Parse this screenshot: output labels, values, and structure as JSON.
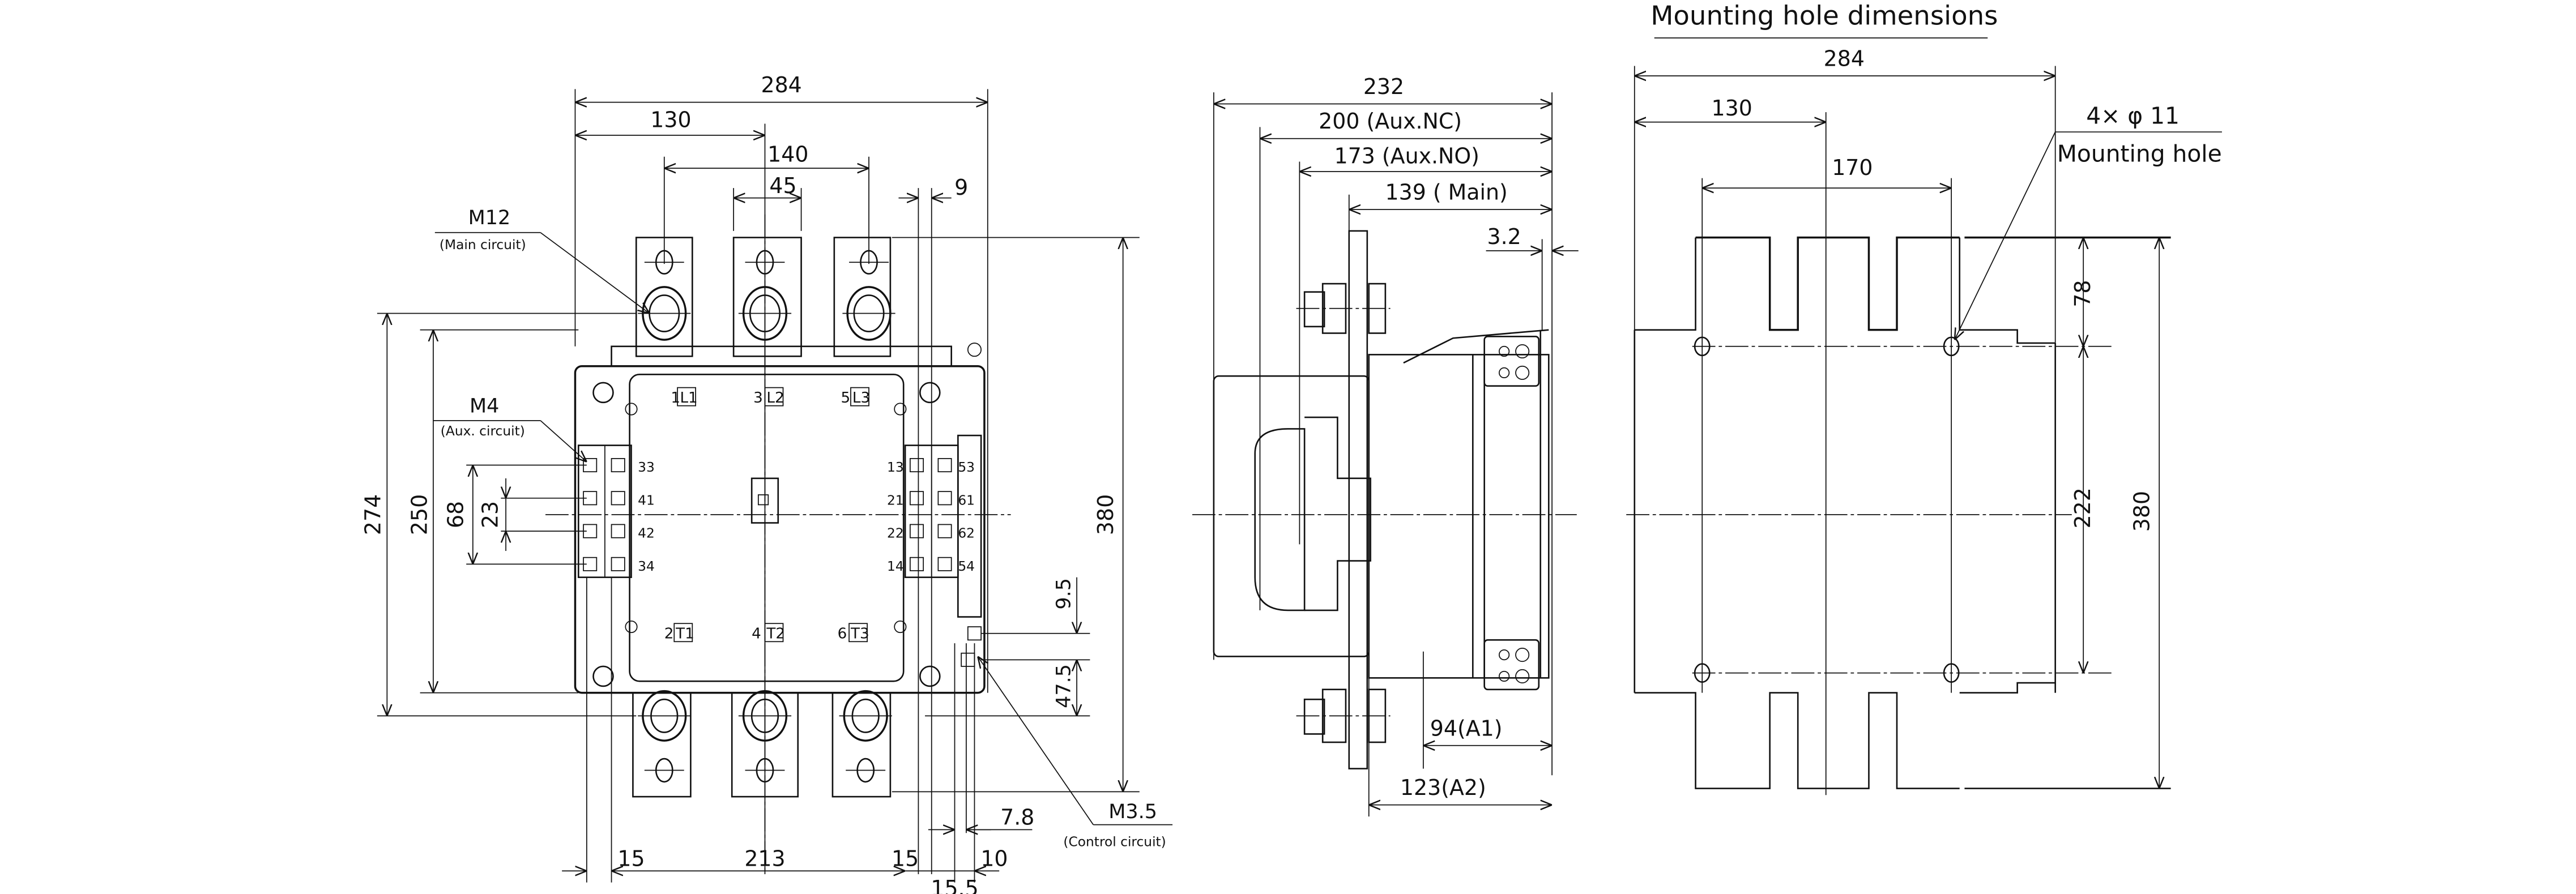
{
  "front_view": {
    "dims": {
      "overall_width": "284",
      "left_to_center": "130",
      "outer_terminals": "140",
      "terminal_width": "45",
      "aux_gap": "9",
      "overall_height": "380",
      "height_274": "274",
      "height_250": "250",
      "aux_span_68": "68",
      "aux_pitch_23": "23",
      "ctrl_9_5": "9.5",
      "ctrl_47_5": "47.5",
      "bottom_left_15": "15",
      "bottom_213": "213",
      "bottom_right_15": "15",
      "bottom_15_5": "15.5",
      "bottom_10": "10",
      "bottom_7_8": "7.8"
    },
    "callouts": {
      "main_thread": "M12",
      "main_desc": "(Main circuit)",
      "aux_thread": "M4",
      "aux_desc": "(Aux. circuit)",
      "ctrl_thread": "M3.5",
      "ctrl_desc": "(Control circuit)"
    },
    "terminal_labels": {
      "line": [
        {
          "num": "1",
          "code": "L1"
        },
        {
          "num": "3",
          "code": "L2"
        },
        {
          "num": "5",
          "code": "L3"
        }
      ],
      "load": [
        {
          "num": "2",
          "code": "T1"
        },
        {
          "num": "4",
          "code": "T2"
        },
        {
          "num": "6",
          "code": "T3"
        }
      ],
      "aux_left": [
        "33",
        "41",
        "42",
        "34"
      ],
      "aux_right_inner": [
        "13",
        "21",
        "22",
        "14"
      ],
      "aux_right_outer": [
        "53",
        "61",
        "62",
        "54"
      ]
    }
  },
  "side_view": {
    "dims": {
      "overall_depth": "232",
      "aux_nc": "200 (Aux.NC)",
      "aux_no": "173 (Aux.NO)",
      "main": "139 ( Main)",
      "plate": "3.2",
      "a1": "94(A1)",
      "a2": "123(A2)"
    }
  },
  "mounting": {
    "title": "Mounting hole dimensions",
    "dims": {
      "width": "284",
      "left_to_center": "130",
      "hole_pitch_h": "170",
      "top_to_hole": "78",
      "hole_pitch_v": "222",
      "height": "380"
    },
    "hole_spec": "4× φ 11",
    "hole_desc": "Mounting hole"
  }
}
